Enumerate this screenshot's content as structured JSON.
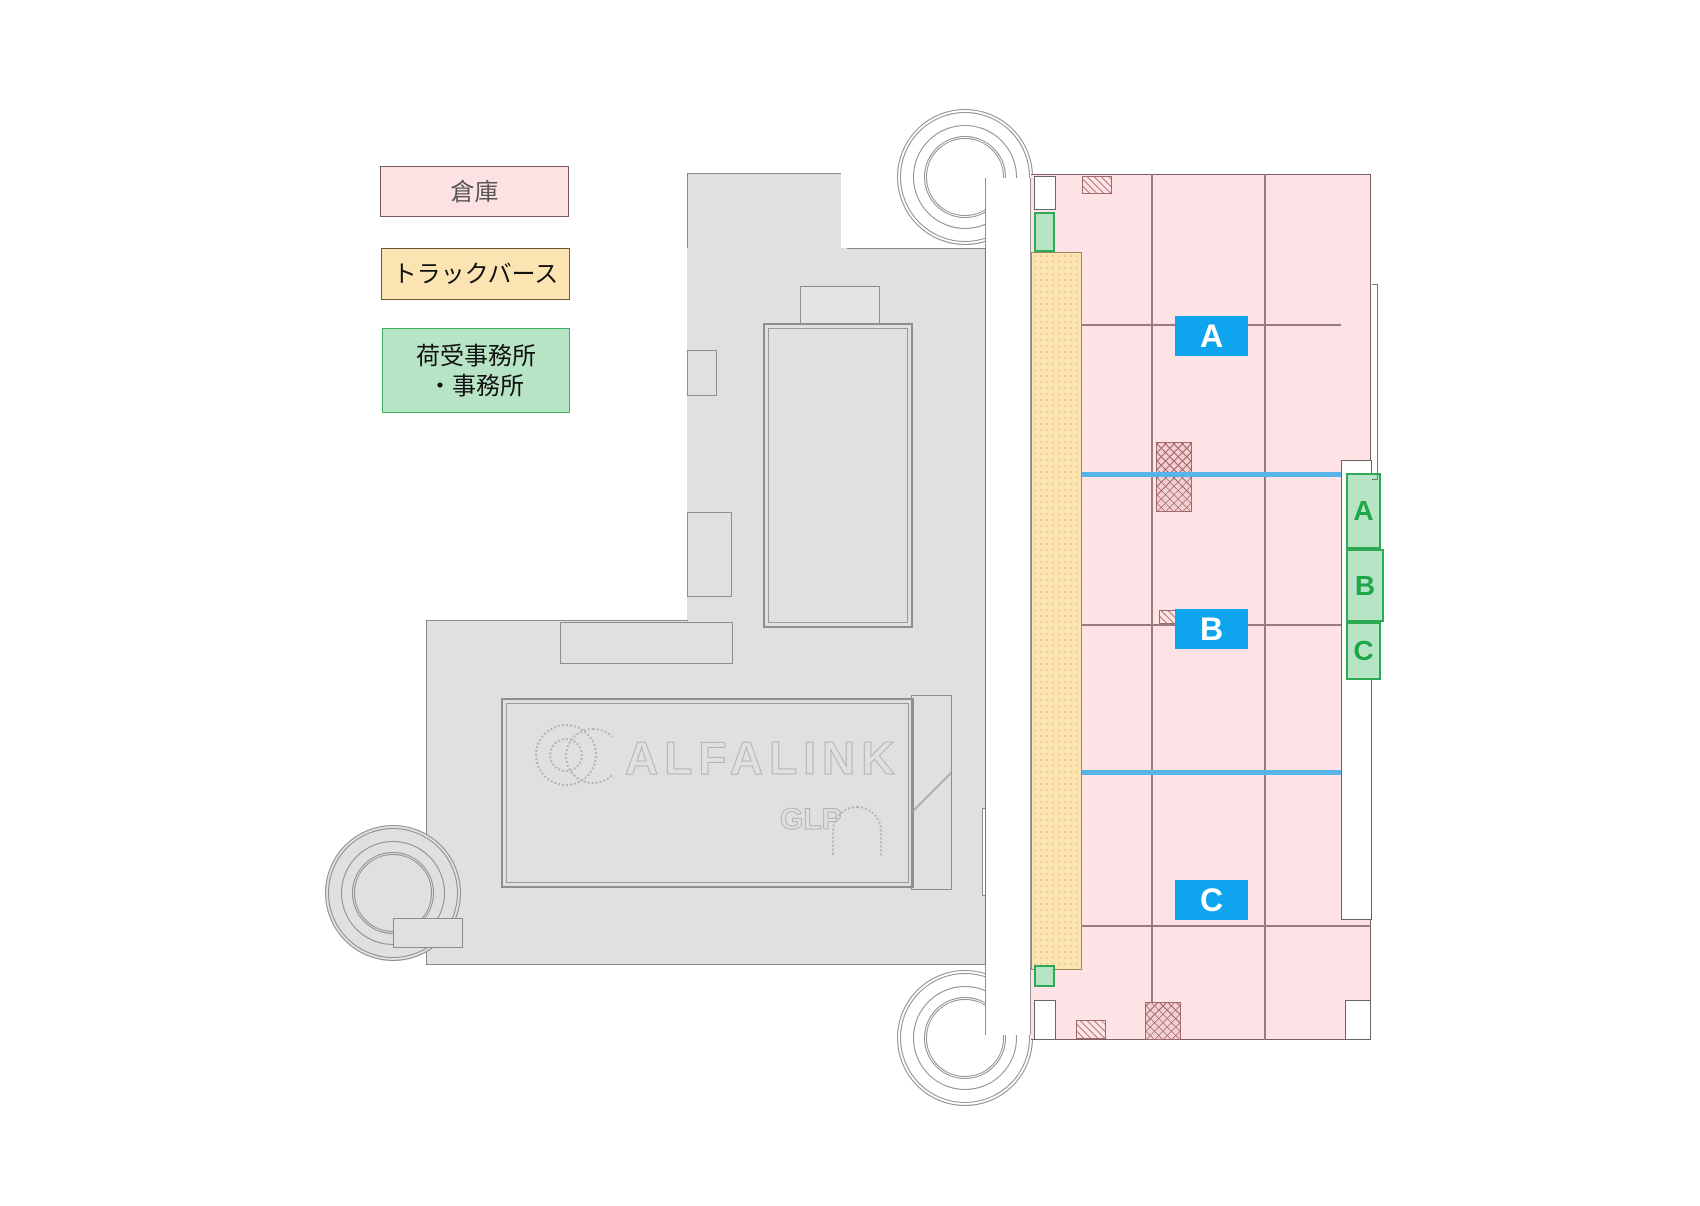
{
  "legend": {
    "items": [
      {
        "key": "warehouse",
        "label": "倉庫",
        "color": "#fde2e4"
      },
      {
        "key": "truck_berth",
        "label": "トラックバース",
        "color": "#fbe3b2"
      },
      {
        "key": "office",
        "label_line1": "荷受事務所",
        "label_line2": "・事務所",
        "color": "#b7e4c5"
      }
    ]
  },
  "warehouse_zones": {
    "labels": [
      "A",
      "B",
      "C"
    ],
    "label_color": "#0ea5ee"
  },
  "office_zones": {
    "labels": [
      "A",
      "B",
      "C"
    ],
    "label_color": "#1fa64a"
  },
  "logo": {
    "brand": "ALFALINK",
    "sub": "GLP"
  },
  "colors": {
    "warehouse": "#fde3e5",
    "truck_berth": "#fbe3b2",
    "office": "#b7e4c5",
    "zone_divider": "#56b4e9",
    "adjacent_building": "#e0e0e0"
  }
}
